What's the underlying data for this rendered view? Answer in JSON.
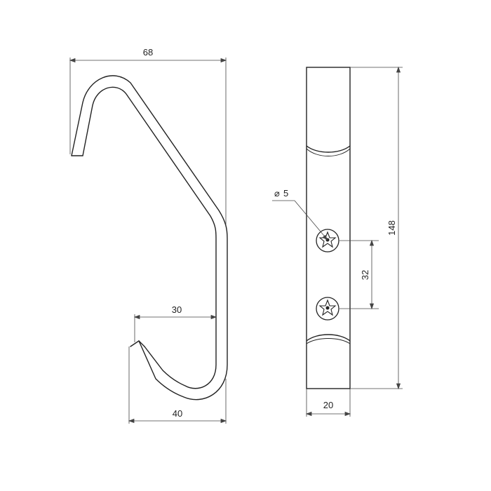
{
  "dimensions": {
    "overall_width": "68",
    "hook_tip_gap": "30",
    "bottom_span": "40",
    "hole_diameter_symbol": "⌀",
    "hole_diameter_value": "5",
    "hole_spacing": "32",
    "plate_length": "148",
    "plate_width": "20"
  },
  "colors": {
    "stroke": "#222222",
    "dimension": "#444444",
    "background": "#ffffff"
  }
}
